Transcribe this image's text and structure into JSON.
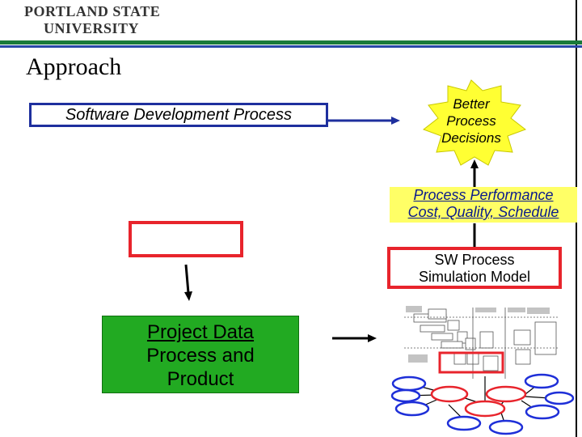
{
  "logo": {
    "line1": "PORTLAND STATE",
    "line2": "UNIVERSITY"
  },
  "title": "Approach",
  "software_process": "Software Development Process",
  "decisions": [
    "Better",
    "Process",
    "Decisions"
  ],
  "performance": {
    "line1": "Process Performance",
    "line2": "Cost, Quality, Schedule"
  },
  "simulation": {
    "line1": "SW Process",
    "line2": "Simulation Model"
  },
  "project_data": {
    "line1": "Project Data",
    "line2": "Process and",
    "line3": "Product"
  },
  "colors": {
    "blue": "#1e2f9e",
    "red": "#e8242c",
    "green": "#22aa22",
    "yellow": "#ffff33"
  }
}
